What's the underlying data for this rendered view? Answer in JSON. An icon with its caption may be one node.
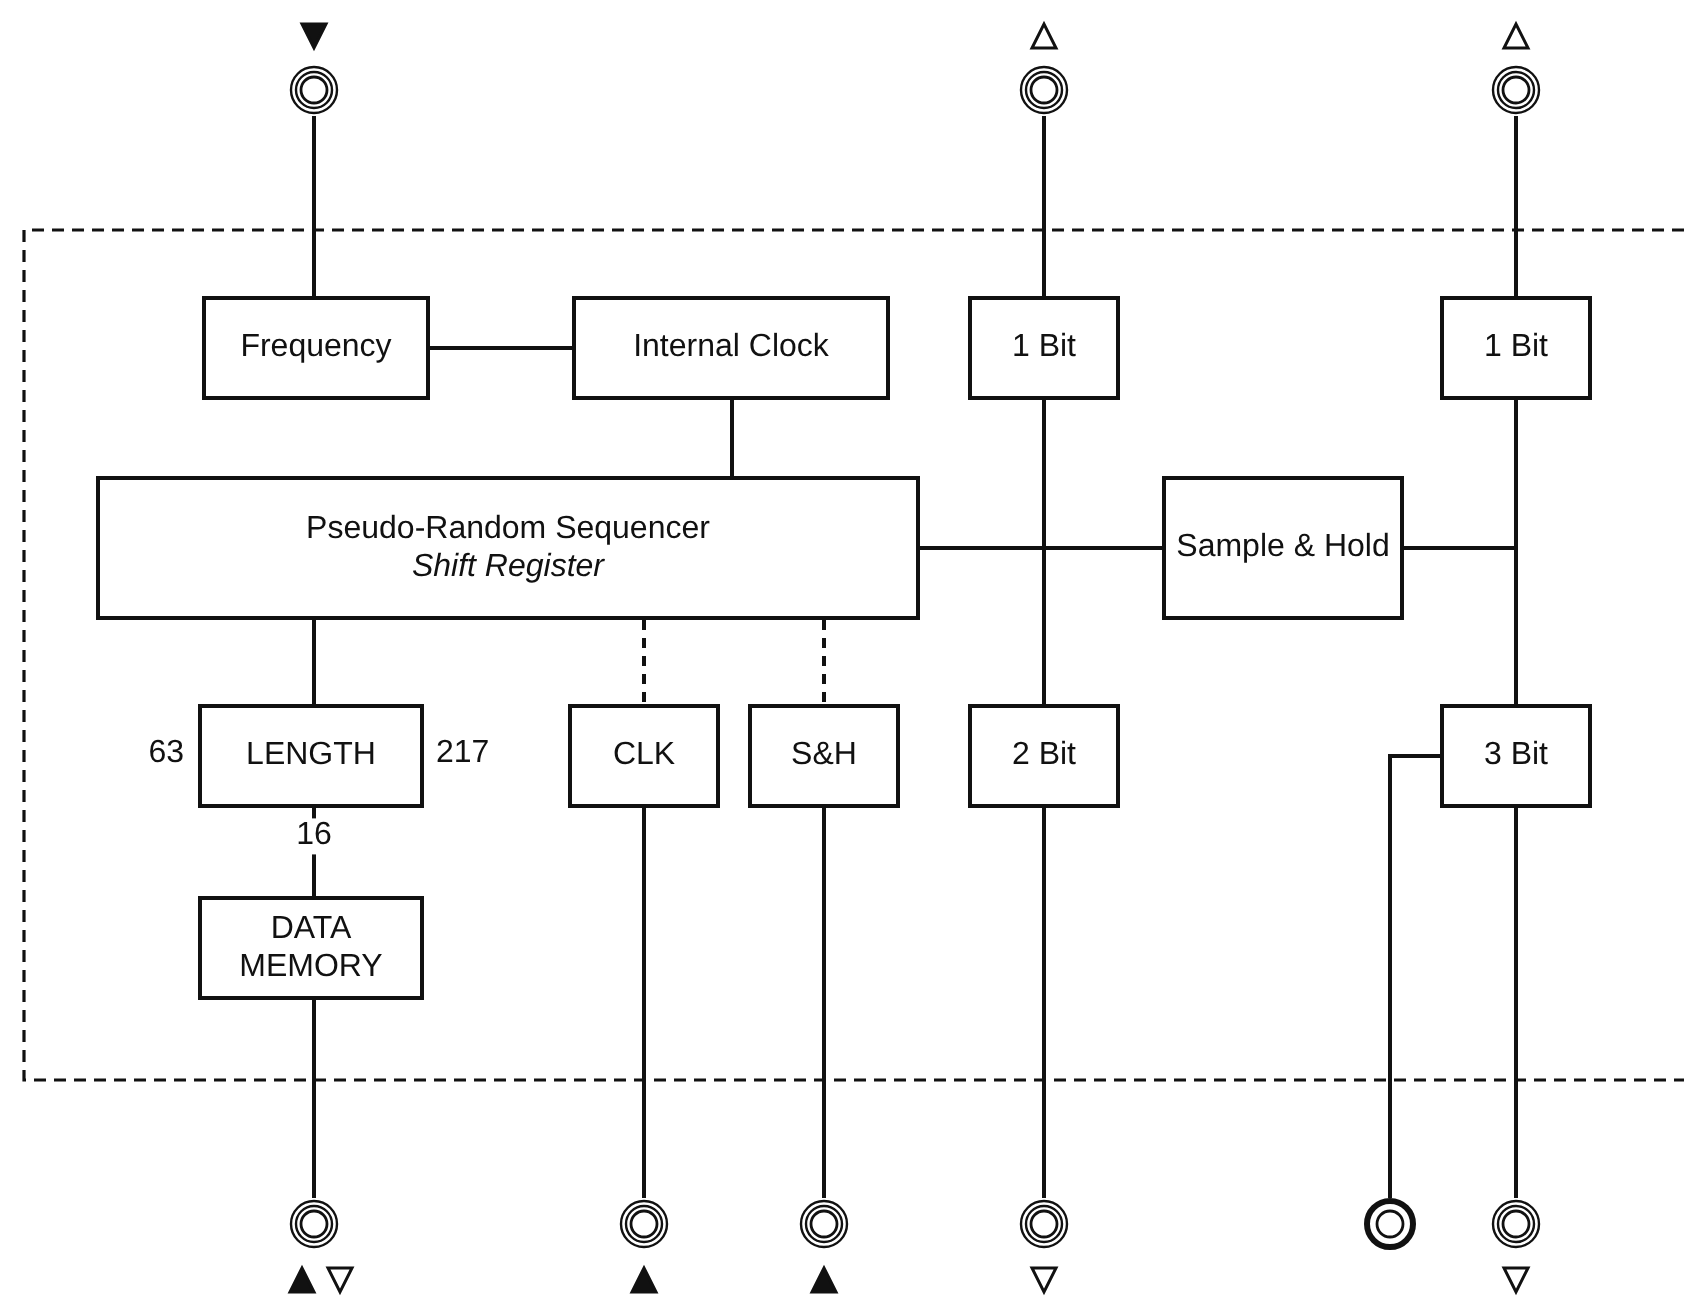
{
  "diagram": {
    "nodes": [
      {
        "text": [],
        "shape": "circle"
      },
      {
        "text": [],
        "shape": "circle"
      },
      {
        "text": [],
        "shape": "circle"
      },
      {
        "text": [
          "Frequency"
        ]
      },
      {
        "text": [
          "Internal Clock"
        ]
      },
      {
        "text": [
          "1 Bit"
        ]
      },
      {
        "text": [
          "1 Bit"
        ]
      },
      {
        "text": [
          "Pseudo-Random Sequencer",
          "Shift Register"
        ]
      },
      {
        "text": [
          "Sample & Hold"
        ]
      },
      {
        "text": [
          "LENGTH"
        ],
        "beside": [
          "63",
          "217"
        ]
      },
      {
        "text": [
          "CLK"
        ]
      },
      {
        "text": [
          "S&H"
        ]
      },
      {
        "text": [
          "2 Bit"
        ]
      },
      {
        "text": [
          "3 Bit"
        ]
      },
      {
        "text": [
          "DATA MEMORY"
        ]
      },
      {
        "text": [],
        "shape": "circle"
      },
      {
        "text": [],
        "shape": "circle"
      },
      {
        "text": [],
        "shape": "circle"
      },
      {
        "text": [],
        "shape": "circle"
      },
      {
        "text": [],
        "shape": "circle"
      },
      {
        "text": [],
        "shape": "circle"
      }
    ],
    "edges": [
      {
        "from": 0,
        "to": 3,
        "arrow": "none"
      },
      {
        "from": 3,
        "to": 4,
        "arrow": "none"
      },
      {
        "from": 4,
        "to": 7,
        "arrow": "none"
      },
      {
        "from": 1,
        "to": 5,
        "arrow": "none"
      },
      {
        "from": 2,
        "to": 6,
        "arrow": "none"
      },
      {
        "from": 7,
        "to": 8,
        "arrow": "none"
      },
      {
        "from": 5,
        "to": 12,
        "arrow": "none"
      },
      {
        "from": 6,
        "to": 13,
        "arrow": "none"
      },
      {
        "from": 8,
        "to": 13,
        "arrow": "none"
      },
      {
        "from": 7,
        "to": 9,
        "arrow": "none"
      },
      {
        "from": 7,
        "to": 10,
        "arrow": "none",
        "style": "dashed"
      },
      {
        "from": 7,
        "to": 11,
        "arrow": "none",
        "style": "dashed"
      },
      {
        "from": 9,
        "to": 14,
        "label": "16",
        "arrow": "none"
      },
      {
        "from": 14,
        "to": 15,
        "arrow": "none"
      },
      {
        "from": 10,
        "to": 16,
        "arrow": "none"
      },
      {
        "from": 11,
        "to": 17,
        "arrow": "none"
      },
      {
        "from": 12,
        "to": 18,
        "arrow": "none"
      },
      {
        "from": 13,
        "to": 19,
        "arrow": "none"
      },
      {
        "from": 13,
        "to": 20,
        "arrow": "none"
      }
    ]
  }
}
